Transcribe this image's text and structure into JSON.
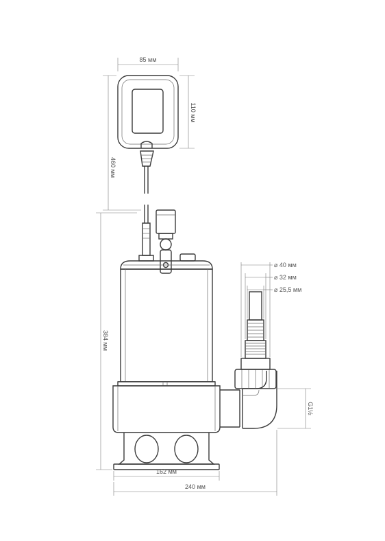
{
  "dimensions": {
    "float_width": "85 мм",
    "float_height": "110 мм",
    "cable_length": "460 мм",
    "pump_height": "384 мм",
    "base_width": "162 мм",
    "total_width": "240 мм",
    "outer_diameter": "⌀ 40 мм",
    "middle_diameter": "⌀ 32 мм",
    "inner_diameter": "⌀ 25,5 мм",
    "thread": "G1½"
  }
}
